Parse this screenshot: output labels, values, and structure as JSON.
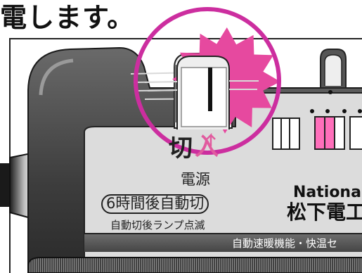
{
  "heading": "電します。",
  "switch": {
    "off_label": "切",
    "on_label": "入",
    "power_label": "電源",
    "auto_off_label": "6時間後自動切",
    "lamp_note": "自動切後ランプ点滅"
  },
  "brand": {
    "en": "National",
    "jp": "松下電工"
  },
  "feature_strip": "自動速暖機能・快温セ",
  "colors": {
    "highlight_magenta": "#cc2e9f",
    "starburst_pink": "#e6499f",
    "on_label_pink": "#e15b9f",
    "body_dark": "#555555",
    "panel_gray": "#dcdcdc",
    "button_pink": "#ff6fbb"
  },
  "icons": [
    "starburst-icon",
    "toggle-switch-icon",
    "indicator-dots-icon"
  ]
}
